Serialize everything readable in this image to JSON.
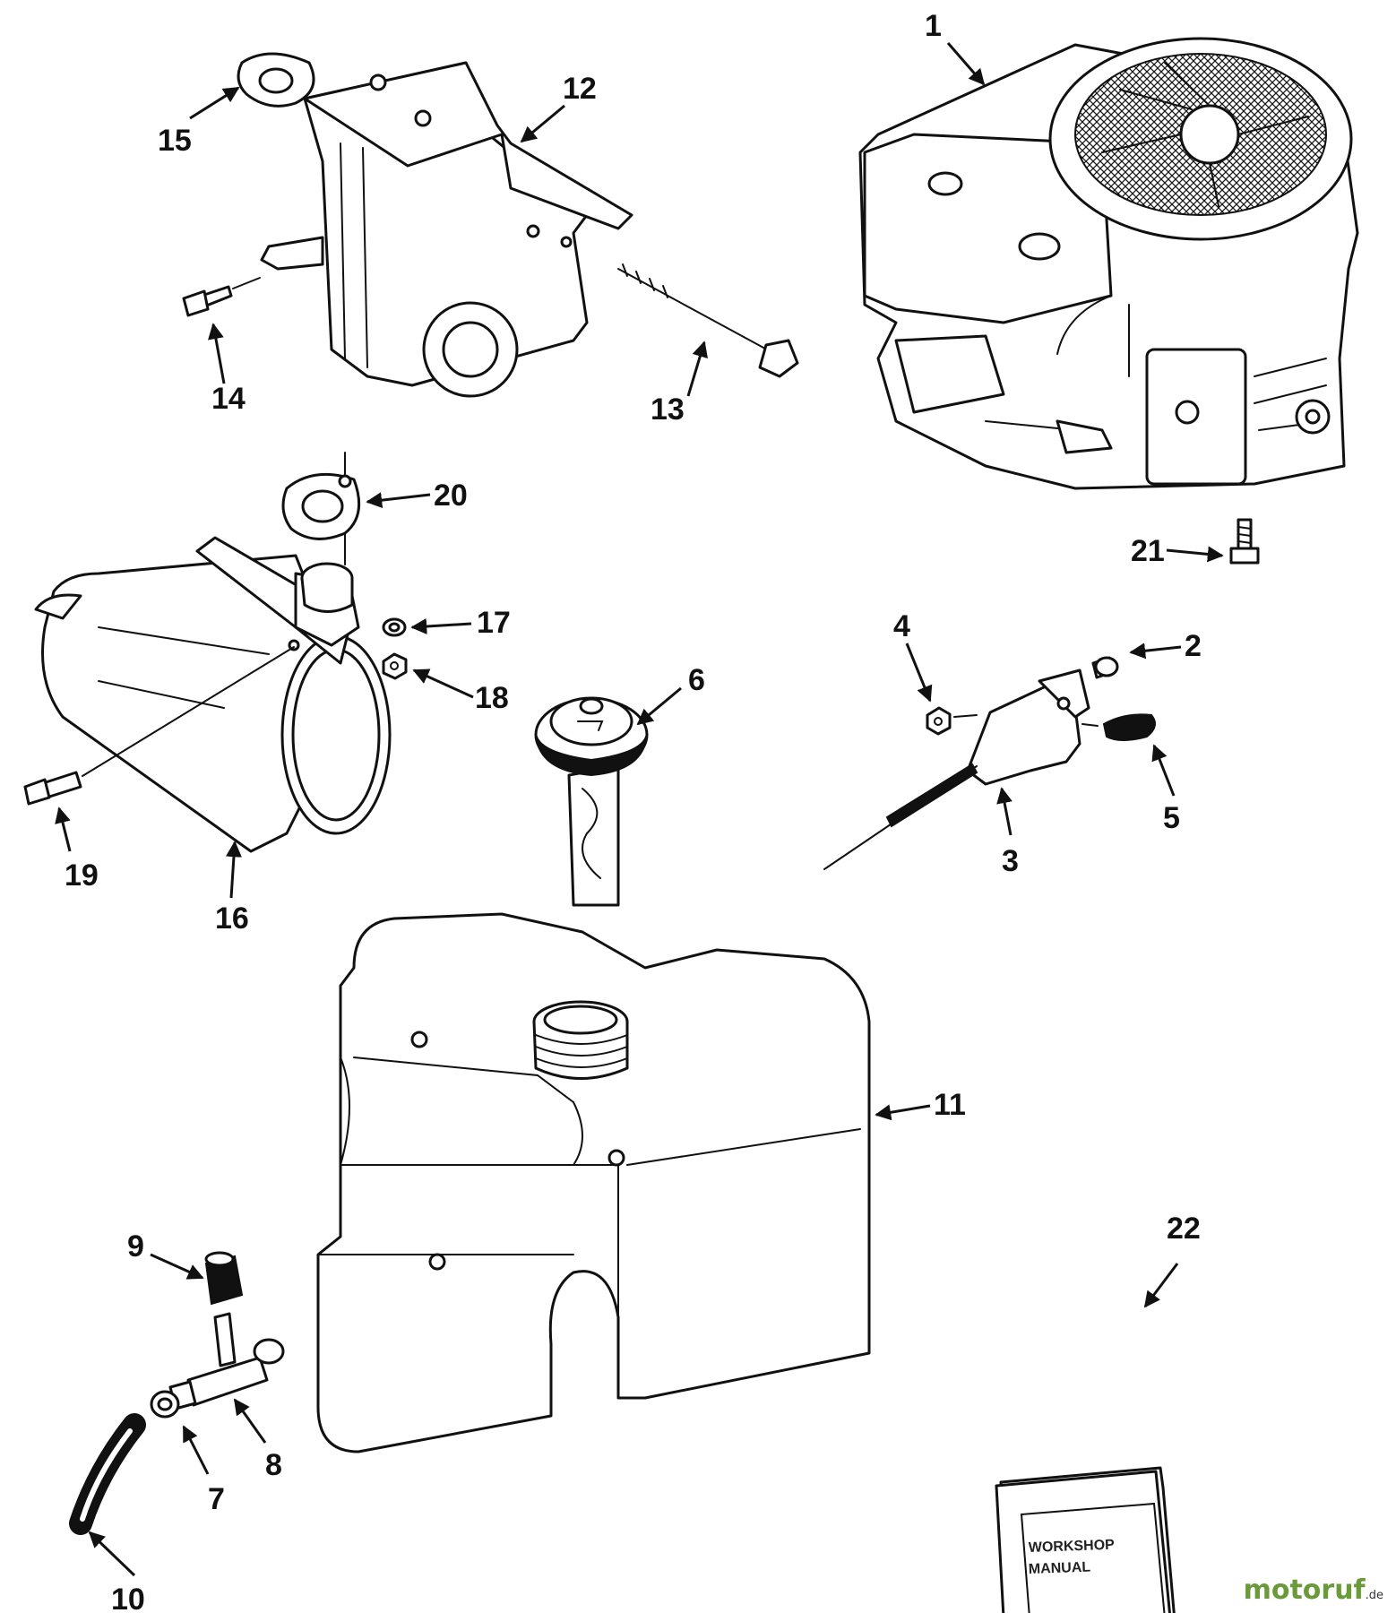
{
  "callouts": {
    "c1": "1",
    "c2": "2",
    "c3": "3",
    "c4": "4",
    "c5": "5",
    "c6": "6",
    "c7": "7",
    "c8": "8",
    "c9": "9",
    "c10": "10",
    "c11": "11",
    "c12": "12",
    "c13": "13",
    "c14": "14",
    "c15": "15",
    "c16": "16",
    "c17": "17",
    "c18": "18",
    "c19": "19",
    "c20": "20",
    "c21": "21",
    "c22": "22"
  },
  "manual": {
    "line1": "WORKSHOP",
    "line2": "MANUAL"
  },
  "watermark": {
    "brand": "motoruf",
    "suffix": ".de"
  },
  "colors": {
    "ink": "#111111",
    "watermark_green": "#6a9a3a"
  }
}
